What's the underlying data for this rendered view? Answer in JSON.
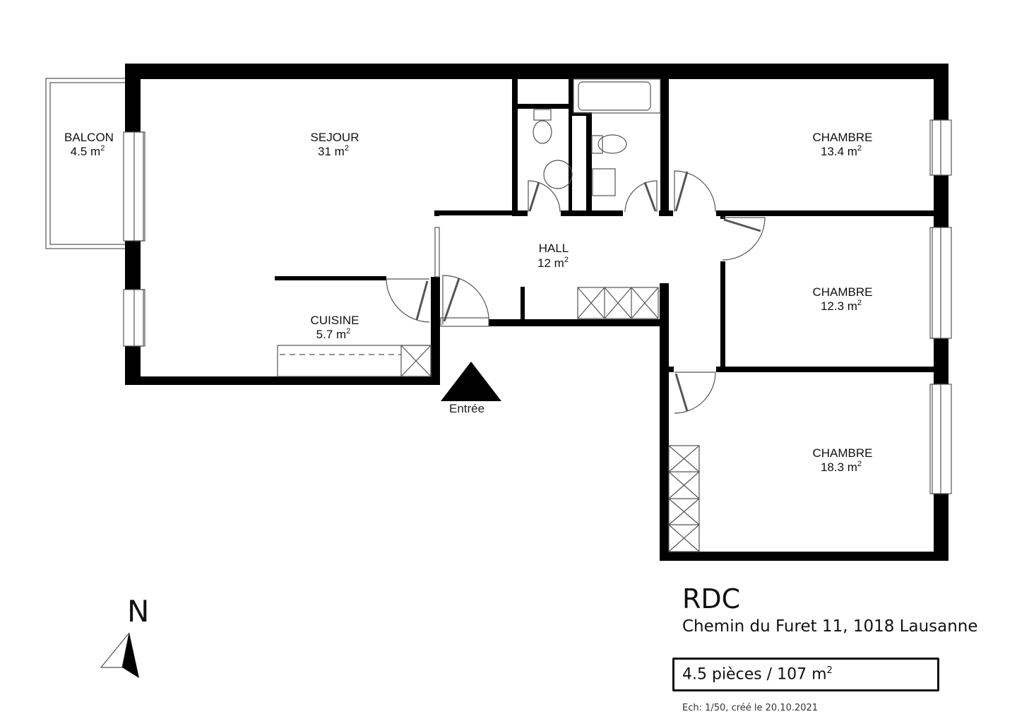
{
  "plan": {
    "rooms": [
      {
        "id": "balcon",
        "name": "BALCON",
        "area": "4.5 m",
        "sup": "2"
      },
      {
        "id": "sejour",
        "name": "SEJOUR",
        "area": "31 m",
        "sup": "2"
      },
      {
        "id": "cuisine",
        "name": "CUISINE",
        "area": "5.7 m",
        "sup": "2"
      },
      {
        "id": "hall",
        "name": "HALL",
        "area": "12 m",
        "sup": "2"
      },
      {
        "id": "chambre1",
        "name": "CHAMBRE",
        "area": "13.4 m",
        "sup": "2"
      },
      {
        "id": "chambre2",
        "name": "CHAMBRE",
        "area": "12.3 m",
        "sup": "2"
      },
      {
        "id": "chambre3",
        "name": "CHAMBRE",
        "area": "18.3 m",
        "sup": "2"
      }
    ],
    "entrance_label": "Entrée",
    "north_label": "N"
  },
  "info": {
    "level": "RDC",
    "address": "Chemin du Furet 11, 1018 Lausanne",
    "summary": "4.5 pièces / 107 m",
    "summary_sup": "2",
    "scale_note": "Ech: 1/50, créé le 20.10.2021"
  },
  "colors": {
    "wall": "#000000",
    "background": "#ffffff",
    "fixture_line": "#555555"
  }
}
